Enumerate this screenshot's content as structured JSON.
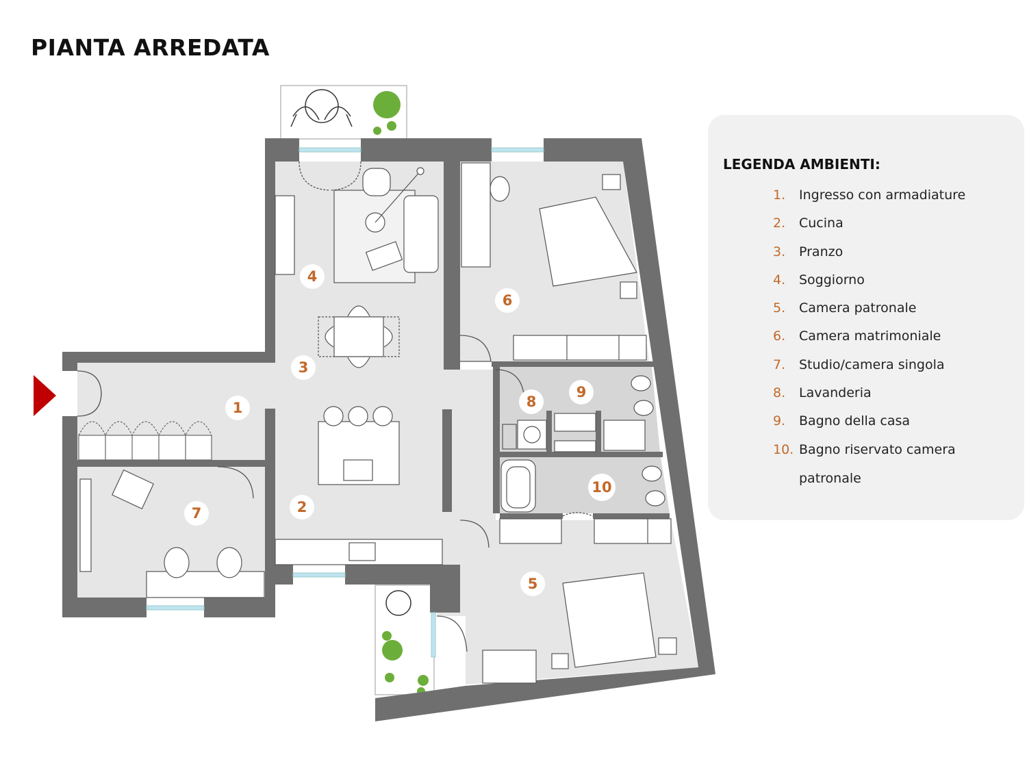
{
  "page": {
    "title": "PIANTA ARREDATA"
  },
  "legend": {
    "title": "LEGENDA AMBIENTI:",
    "items": [
      {
        "num": "1.",
        "label": "Ingresso con armadiature"
      },
      {
        "num": "2.",
        "label": "Cucina"
      },
      {
        "num": "3.",
        "label": "Pranzo"
      },
      {
        "num": "4.",
        "label": "Soggiorno"
      },
      {
        "num": "5.",
        "label": "Camera patronale"
      },
      {
        "num": "6.",
        "label": "Camera matrimoniale"
      },
      {
        "num": "7.",
        "label": "Studio/camera singola"
      },
      {
        "num": "8.",
        "label": "Lavanderia"
      },
      {
        "num": "9.",
        "label": "Bagno della casa"
      },
      {
        "num": "10.",
        "label": "Bagno riservato camera patronale"
      }
    ]
  },
  "plan": {
    "room_labels": [
      "1",
      "2",
      "3",
      "4",
      "5",
      "6",
      "7",
      "8",
      "9",
      "10"
    ],
    "colors": {
      "wall": "#6f6f6f",
      "floor": "#e6e6e6",
      "bath_floor": "#d6d6d6",
      "window": "#bfe3ef",
      "label": "#c2692a",
      "entrance_arrow": "#c00000",
      "plant": "#6cae3a"
    },
    "icons": [
      "entrance-arrow-icon",
      "plant-icon",
      "bed-icon",
      "sofa-icon",
      "dining-table-icon",
      "bathtub-icon",
      "toilet-icon",
      "sink-icon",
      "washing-machine-icon"
    ]
  }
}
